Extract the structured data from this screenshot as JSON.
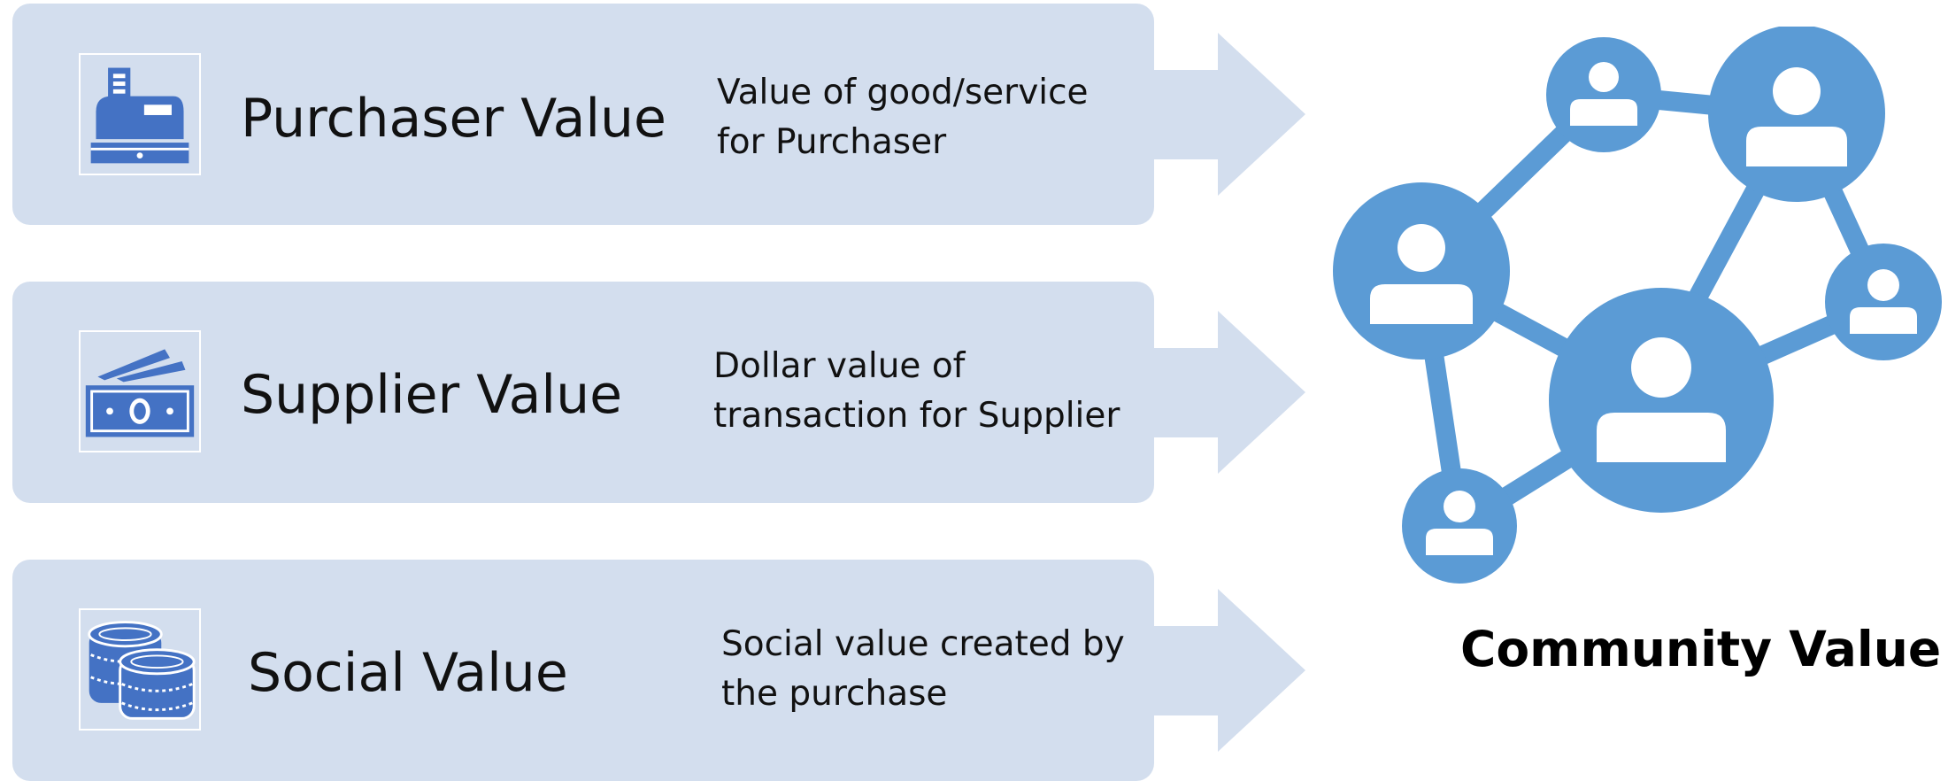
{
  "colors": {
    "band": "#d3deee",
    "icon": "#4472c4",
    "network": "#5b9bd5"
  },
  "rows": [
    {
      "icon": "cash-register-icon",
      "title": "Purchaser Value",
      "desc_line1": "Value of good/service",
      "desc_line2": "for Purchaser"
    },
    {
      "icon": "money-bills-icon",
      "title": "Supplier Value",
      "desc_line1": "Dollar value of",
      "desc_line2": "transaction for Supplier"
    },
    {
      "icon": "coins-icon",
      "title": "Social Value",
      "desc_line1": "Social value created by",
      "desc_line2": "the purchase"
    }
  ],
  "network": {
    "icon": "people-network-icon",
    "label": "Community Value"
  }
}
